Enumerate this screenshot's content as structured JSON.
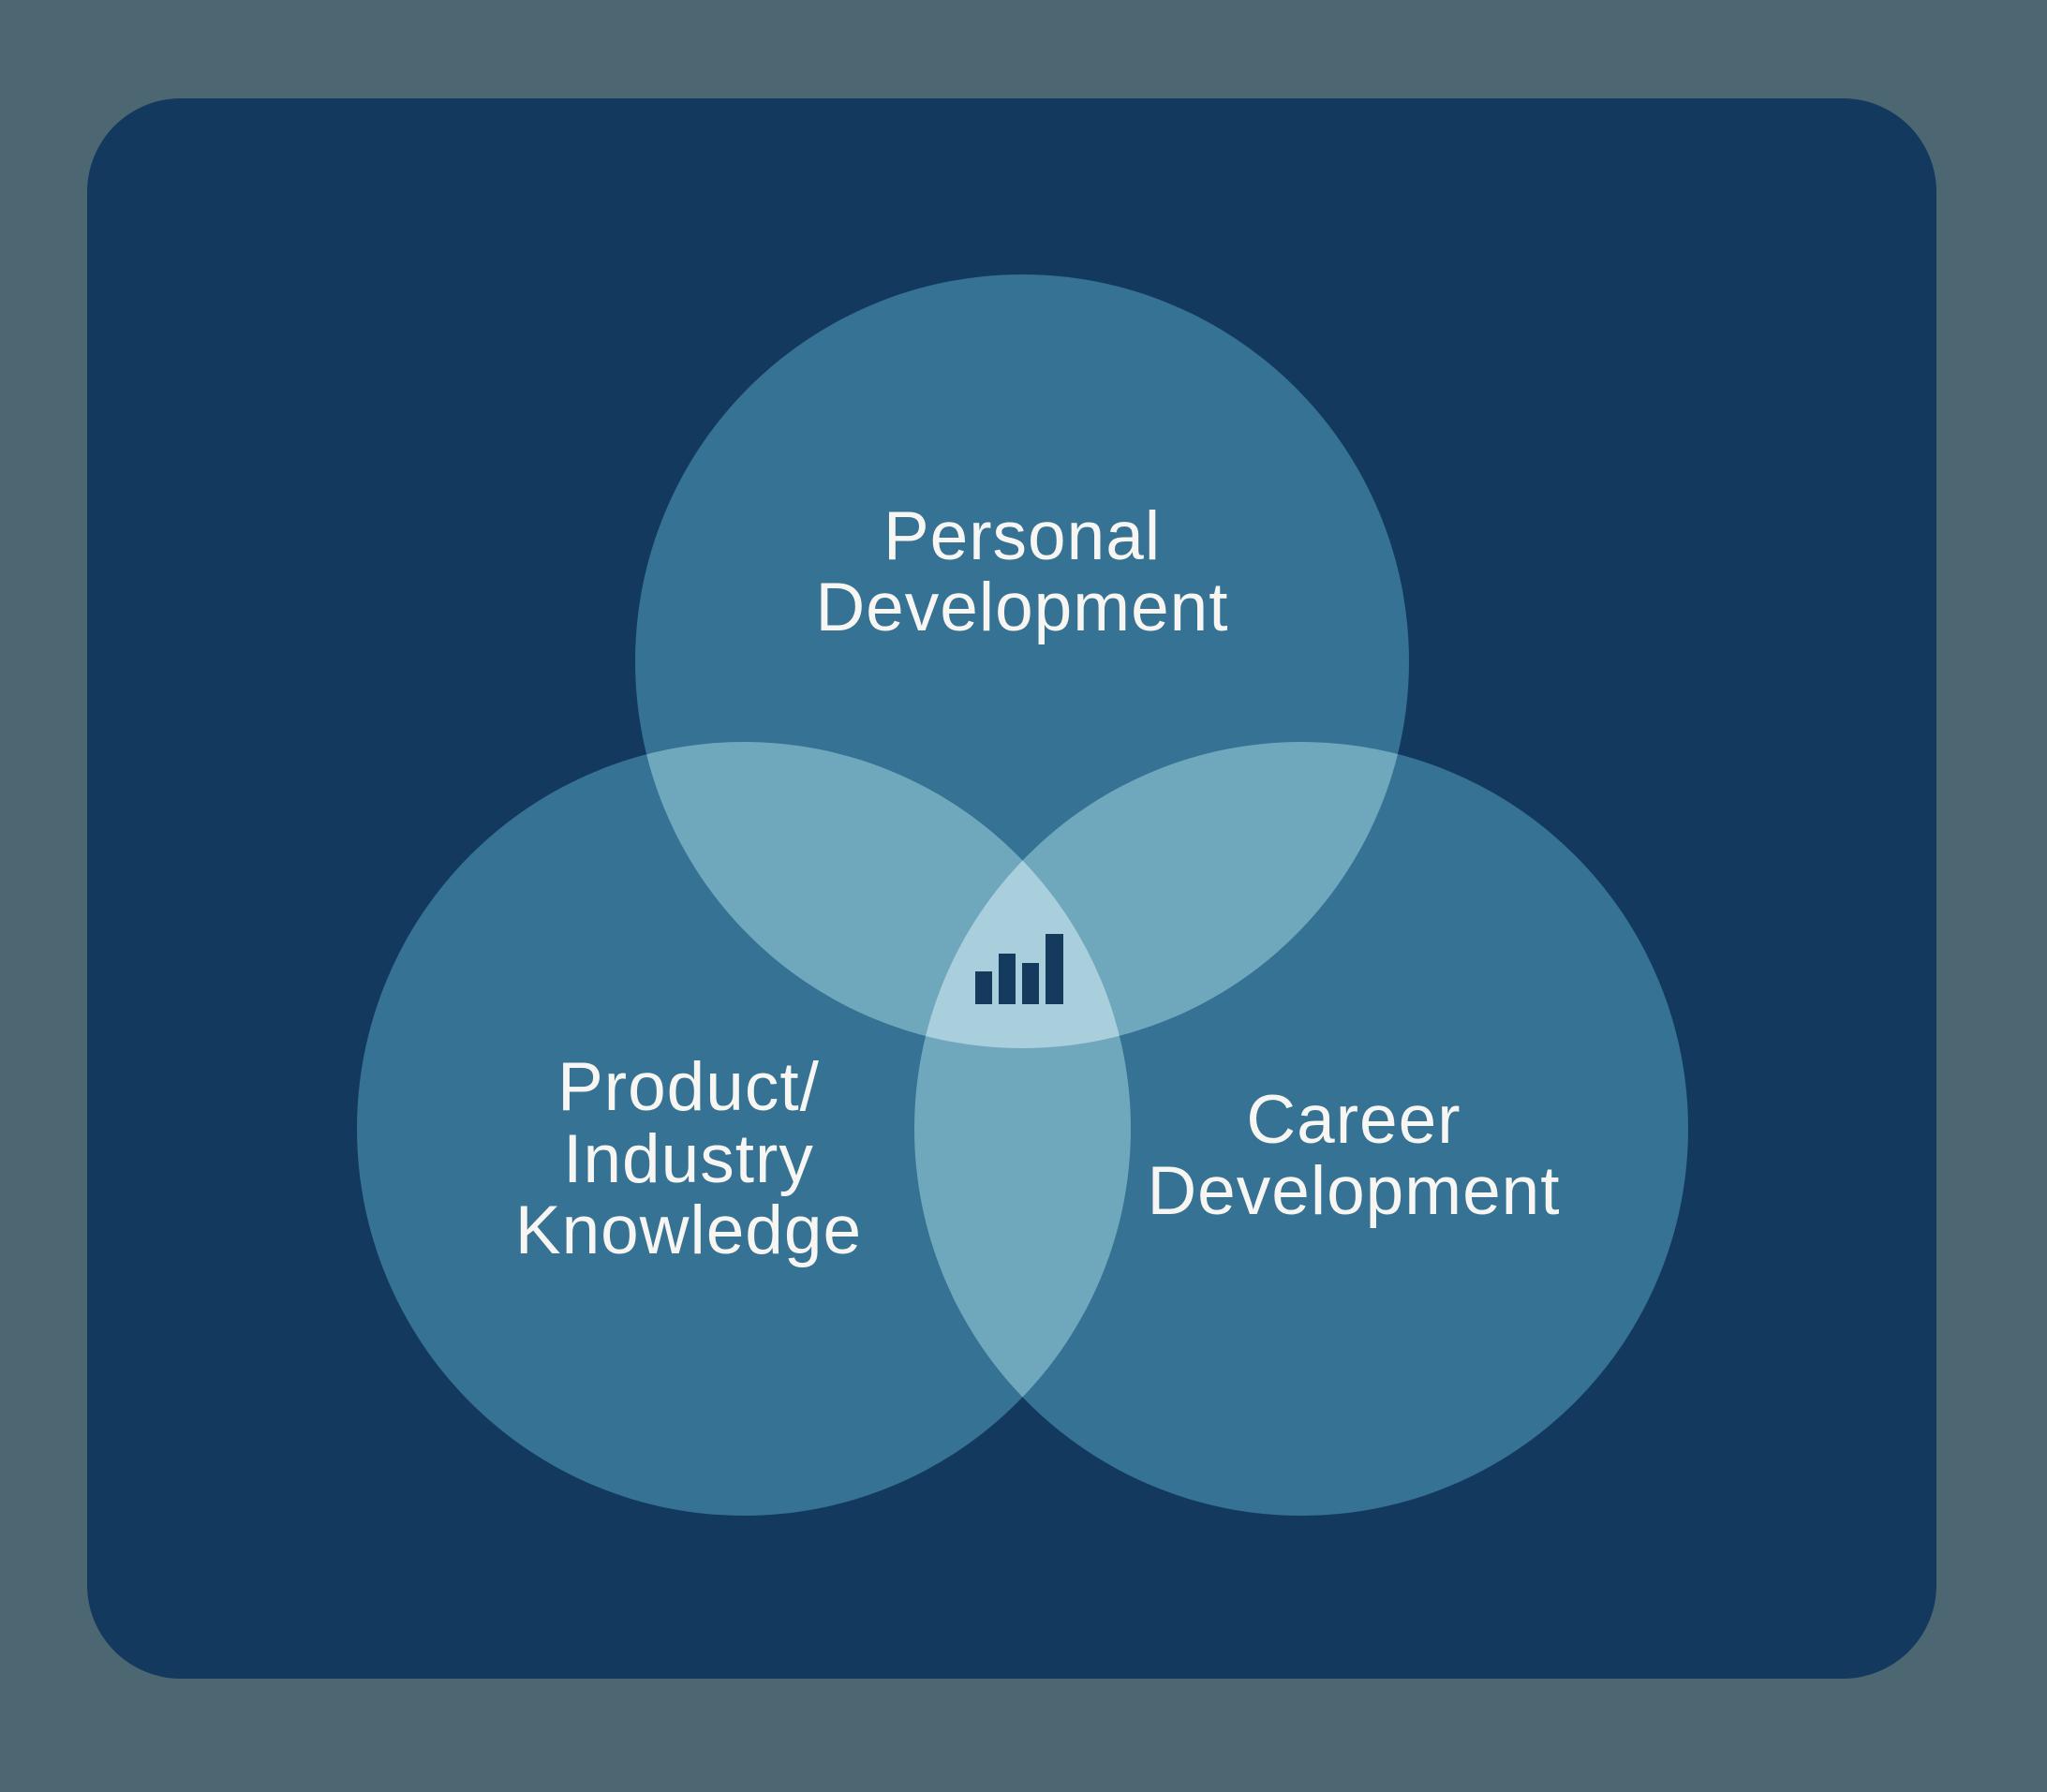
{
  "colors": {
    "outer_background": "#4C6771",
    "panel": "#133A5E",
    "circle": "#357293",
    "overlap_two": "#6FA8BC",
    "overlap_three": "#A9CEDC",
    "text": "#F8F6F2",
    "icon": "#143A5E"
  },
  "diagram": {
    "type": "venn",
    "circles": [
      {
        "id": "personal-development",
        "position": "top",
        "lines": [
          "Personal",
          "Development"
        ]
      },
      {
        "id": "product-industry-knowledge",
        "position": "bottom-left",
        "lines": [
          "Product/",
          "Industry",
          "Knowledge"
        ]
      },
      {
        "id": "career-development",
        "position": "bottom-right",
        "lines": [
          "Career",
          "Development"
        ]
      }
    ],
    "center_icon": "bar-chart-icon"
  }
}
